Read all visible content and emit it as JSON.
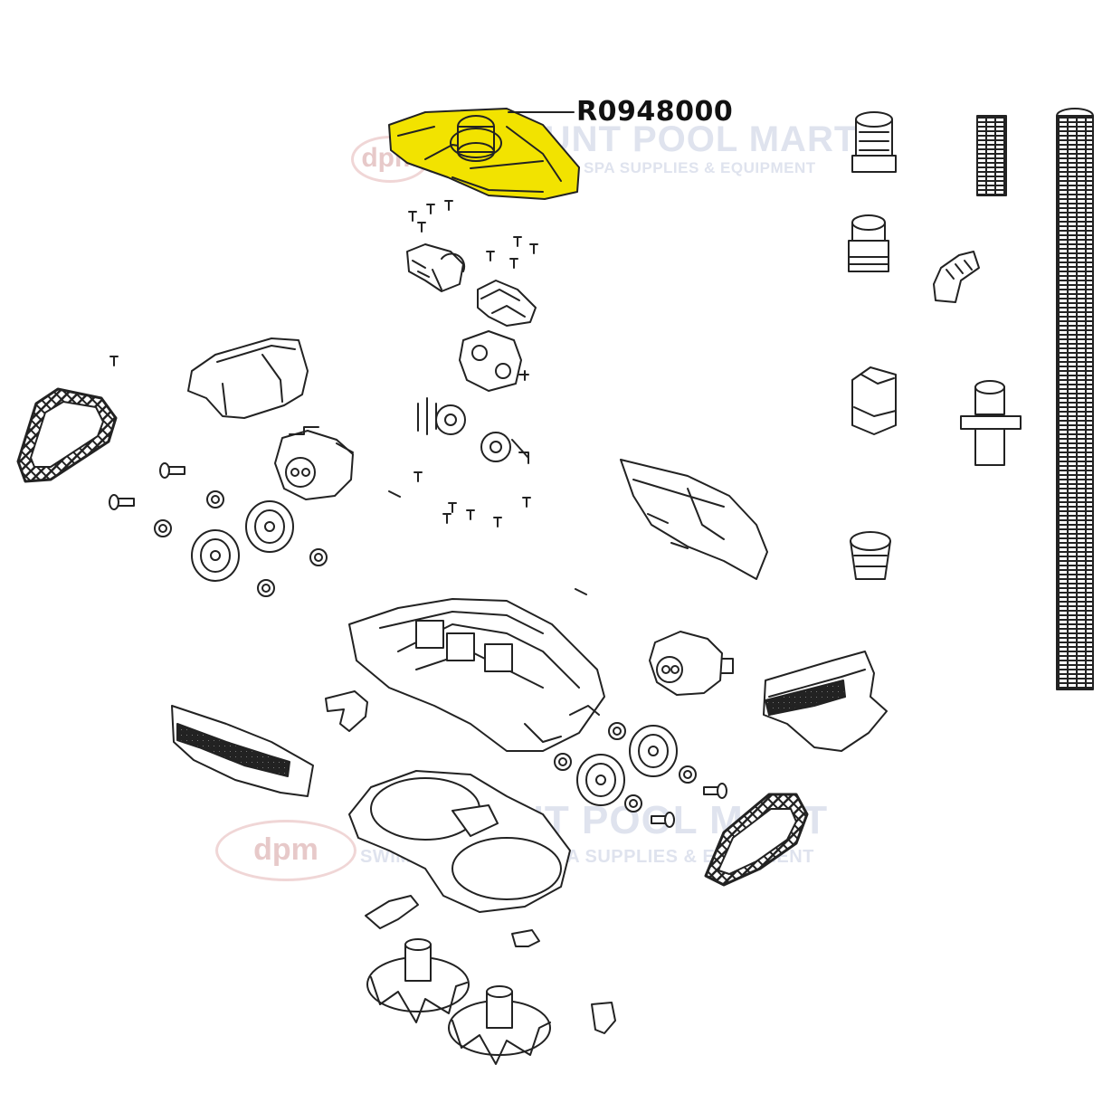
{
  "diagram": {
    "callout_label": "R0948000",
    "highlight_color": "#f2e300",
    "line_color": "#222222"
  },
  "watermark": {
    "logo_text": "dpm",
    "brand": "DISCOUNT POOL MART",
    "tagline": "SWIMMING POOL & SPA SUPPLIES & EQUIPMENT",
    "color": "#dfe3ee"
  }
}
